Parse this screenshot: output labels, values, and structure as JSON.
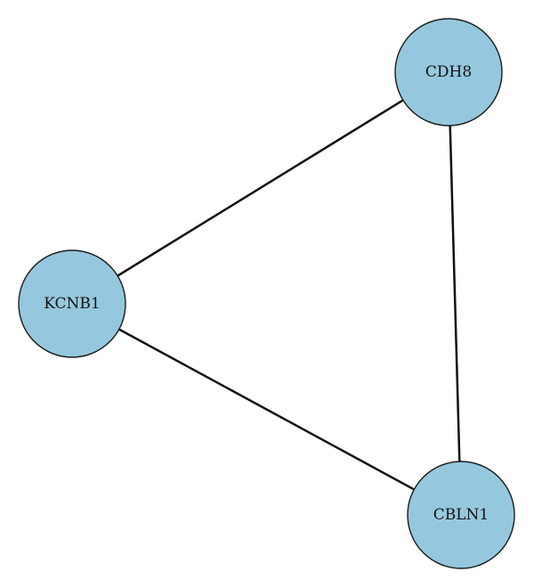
{
  "diagram": {
    "colors": {
      "node_fill": "#95c8de",
      "node_stroke": "#1a1a1a",
      "edge_stroke": "#111111"
    },
    "nodes": [
      {
        "id": "cdh8",
        "label": "CDH8"
      },
      {
        "id": "kcnb1",
        "label": "KCNB1"
      },
      {
        "id": "cbln1",
        "label": "CBLN1"
      }
    ],
    "edges": [
      {
        "from": "cdh8",
        "to": "kcnb1"
      },
      {
        "from": "cdh8",
        "to": "cbln1"
      },
      {
        "from": "kcnb1",
        "to": "cbln1"
      }
    ]
  }
}
